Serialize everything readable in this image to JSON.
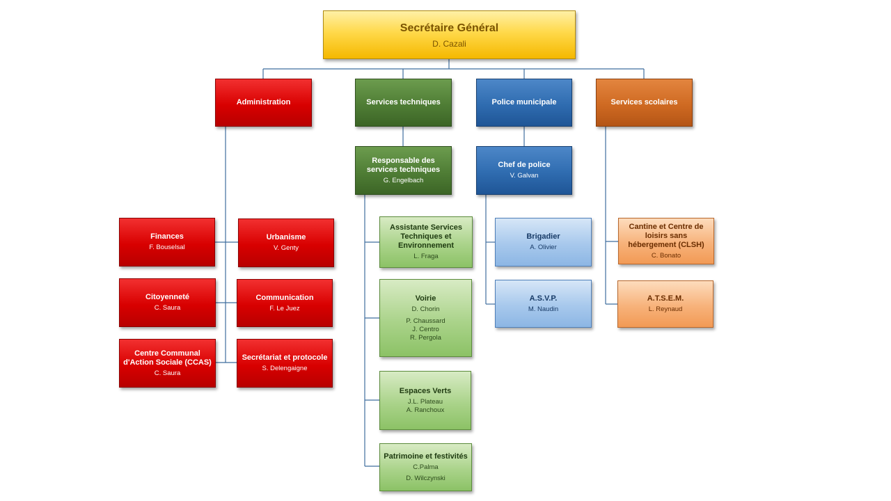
{
  "root": {
    "title": "Secrétaire Général",
    "person": "D. Cazali"
  },
  "departments": {
    "administration": {
      "title": "Administration"
    },
    "techniques": {
      "title": "Services techniques"
    },
    "police": {
      "title": "Police municipale"
    },
    "scolaires": {
      "title": "Services scolaires"
    }
  },
  "admin_units": {
    "finances": {
      "title": "Finances",
      "person": "F. Bouselsal"
    },
    "urbanisme": {
      "title": "Urbanisme",
      "person": "V. Genty"
    },
    "citoyennete": {
      "title": "Citoyenneté",
      "person": "C. Saura"
    },
    "communication": {
      "title": "Communication",
      "person": "F. Le Juez"
    },
    "ccas": {
      "title": "Centre Communal d'Action Sociale  (CCAS)",
      "person": "C. Saura"
    },
    "secretariat": {
      "title": "Secrétariat et protocole",
      "person": "S. Delengaigne"
    }
  },
  "tech": {
    "responsable": {
      "title": "Responsable des services techniques",
      "person": "G. Engelbach"
    },
    "assistante": {
      "title": "Assistante Services Techniques et Environnement",
      "person": "L. Fraga"
    },
    "voirie": {
      "title": "Voirie",
      "people": [
        "D. Chorin",
        "P. Chaussard",
        "J. Centro",
        "R. Pergola"
      ]
    },
    "espaces_verts": {
      "title": "Espaces Verts",
      "people": [
        "J.L. Plateau",
        "A. Ranchoux"
      ]
    },
    "patrimoine": {
      "title": "Patrimoine et festivités",
      "people": [
        "C.Palma",
        "D. Wilczynski"
      ]
    }
  },
  "police_units": {
    "chef": {
      "title": "Chef de police",
      "person": "V. Galvan"
    },
    "brigadier": {
      "title": "Brigadier",
      "person": "A. Olivier"
    },
    "asvp": {
      "title": "A.S.V.P.",
      "person": "M. Naudin"
    }
  },
  "school_units": {
    "cantine": {
      "title": "Cantine et Centre de loisirs sans hébergement (CLSH)",
      "person": "C. Bonato"
    },
    "atsem": {
      "title": "A.T.S.E.M.",
      "person": "L. Reynaud"
    }
  },
  "colors": {
    "connector": "#3f6d9e",
    "root": "#ffd94a",
    "administration": "#d80000",
    "techniques": "#4f7d35",
    "police": "#2f6cb0",
    "scolaires": "#cf6a22"
  }
}
